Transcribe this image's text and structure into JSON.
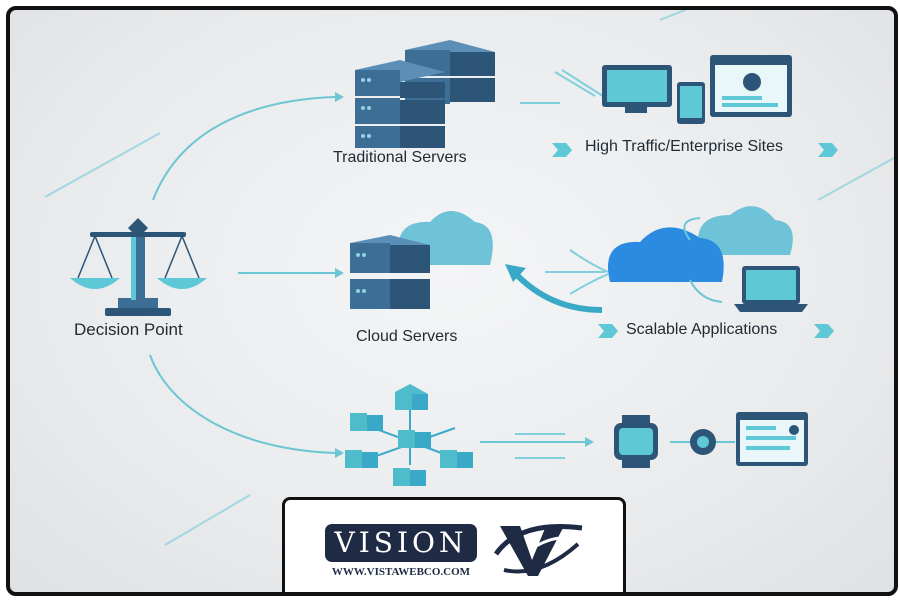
{
  "decision": {
    "label": "Decision Point"
  },
  "branches": [
    {
      "label": "Traditional Servers",
      "outcome": "High Traffic/Enterprise Sites"
    },
    {
      "label": "Cloud Servers",
      "outcome": "Scalable Applications"
    },
    {
      "label": "",
      "outcome": ""
    }
  ],
  "logo": {
    "word": "VISION",
    "url": "WWW.VISTAWEBCO.COM"
  },
  "colors": {
    "accent": "#5ec8d6",
    "server": "#3d6e95",
    "server_dark": "#2c5577",
    "cloud": "#2a8be0",
    "cloud_light": "#6fc3d8",
    "block": "#4fbccc",
    "text": "#1f2a33",
    "logo": "#1f2b44"
  }
}
